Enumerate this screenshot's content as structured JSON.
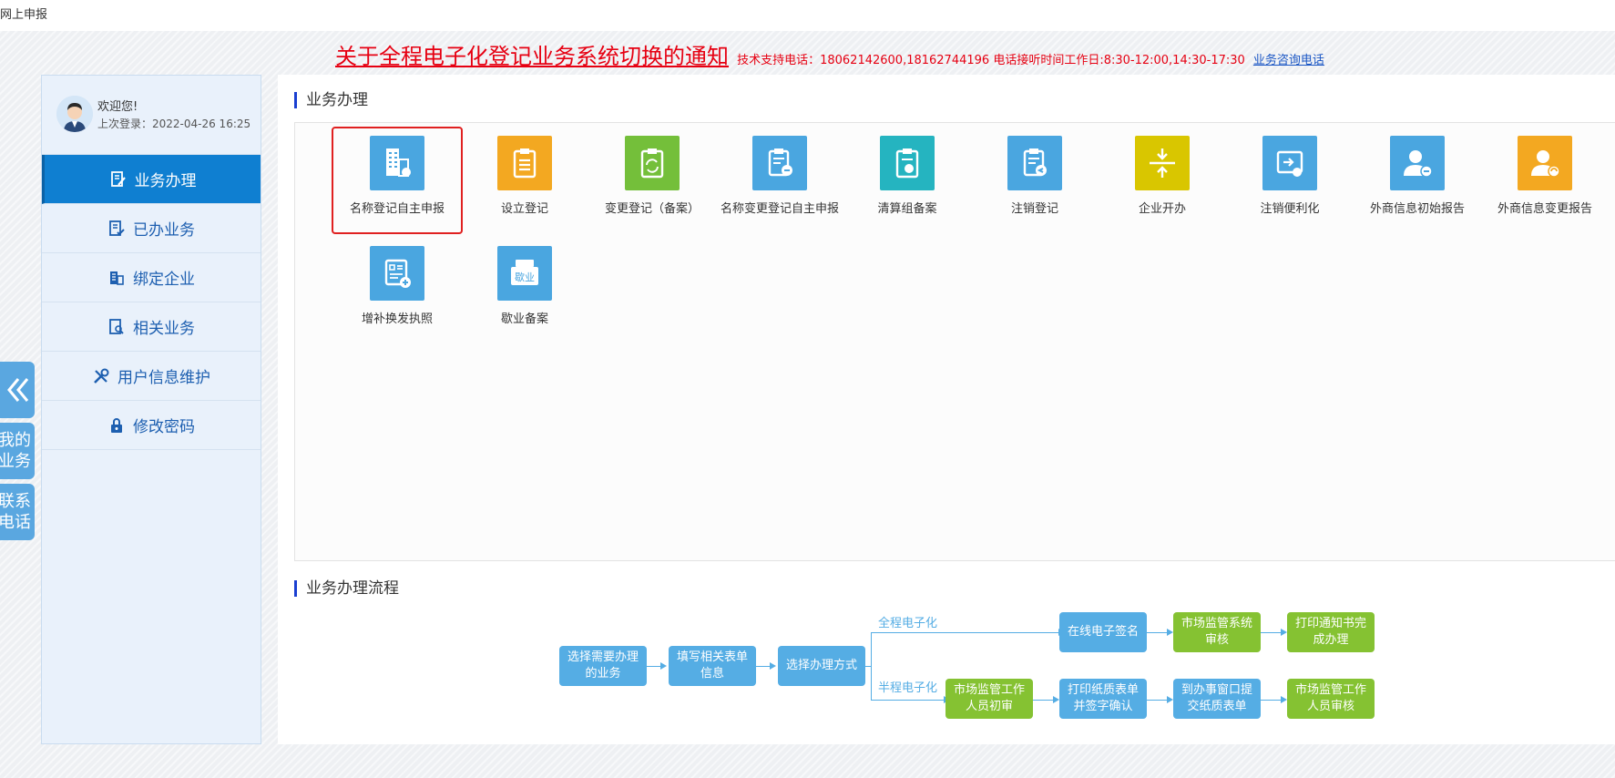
{
  "window": {
    "title": "网上申报"
  },
  "notice": {
    "headline": "关于全程电子化登记业务系统切换的通知",
    "support": "技术支持电话：18062142600,18162744196 电话接听时间工作日:8:30-12:00,14:30-17:30",
    "consult_link": "业务咨询电话"
  },
  "user": {
    "welcome": "欢迎您!",
    "last_login": "上次登录：2022-04-26 16:25"
  },
  "sidebar": {
    "items": [
      {
        "label": "业务办理",
        "icon": "edit-doc-icon"
      },
      {
        "label": "已办业务",
        "icon": "done-doc-icon"
      },
      {
        "label": "绑定企业",
        "icon": "building-icon"
      },
      {
        "label": "相关业务",
        "icon": "search-doc-icon"
      },
      {
        "label": "用户信息维护",
        "icon": "tools-icon"
      },
      {
        "label": "修改密码",
        "icon": "lock-icon"
      }
    ]
  },
  "float": {
    "collapse": "«",
    "mybiz": [
      "我的",
      "业务"
    ],
    "contact": [
      "联系",
      "电话"
    ]
  },
  "business": {
    "section_title": "业务办理",
    "tiles": [
      {
        "label": "名称登记自主申报",
        "color": "#4aa6e0"
      },
      {
        "label": "设立登记",
        "color": "#f3a821"
      },
      {
        "label": "变更登记（备案）",
        "color": "#74bf3a"
      },
      {
        "label": "名称变更登记自主申报",
        "color": "#4aa6e0"
      },
      {
        "label": "清算组备案",
        "color": "#25b4c0"
      },
      {
        "label": "注销登记",
        "color": "#4aa6e0"
      },
      {
        "label": "企业开办",
        "color": "#d9c600"
      },
      {
        "label": "注销便利化",
        "color": "#4aa6e0"
      },
      {
        "label": "外商信息初始报告",
        "color": "#4aa6e0"
      },
      {
        "label": "外商信息变更报告",
        "color": "#f3a821"
      },
      {
        "label": "增补换发执照",
        "color": "#4aa6e0"
      },
      {
        "label": "歇业备案",
        "color": "#4aa6e0"
      }
    ],
    "tile_badge": "歇业"
  },
  "flow": {
    "section_title": "业务办理流程",
    "full_label": "全程电子化",
    "half_label": "半程电子化",
    "steps": {
      "s1": "选择需要办理的业务",
      "s2": "填写相关表单信息",
      "s3": "选择办理方式",
      "f1": "在线电子签名",
      "f2": "市场监管系统审核",
      "f3": "打印通知书完成办理",
      "h1": "市场监管工作人员初审",
      "h2": "打印纸质表单并签字确认",
      "h3": "到办事窗口提交纸质表单",
      "h4": "市场监管工作人员审核"
    }
  }
}
